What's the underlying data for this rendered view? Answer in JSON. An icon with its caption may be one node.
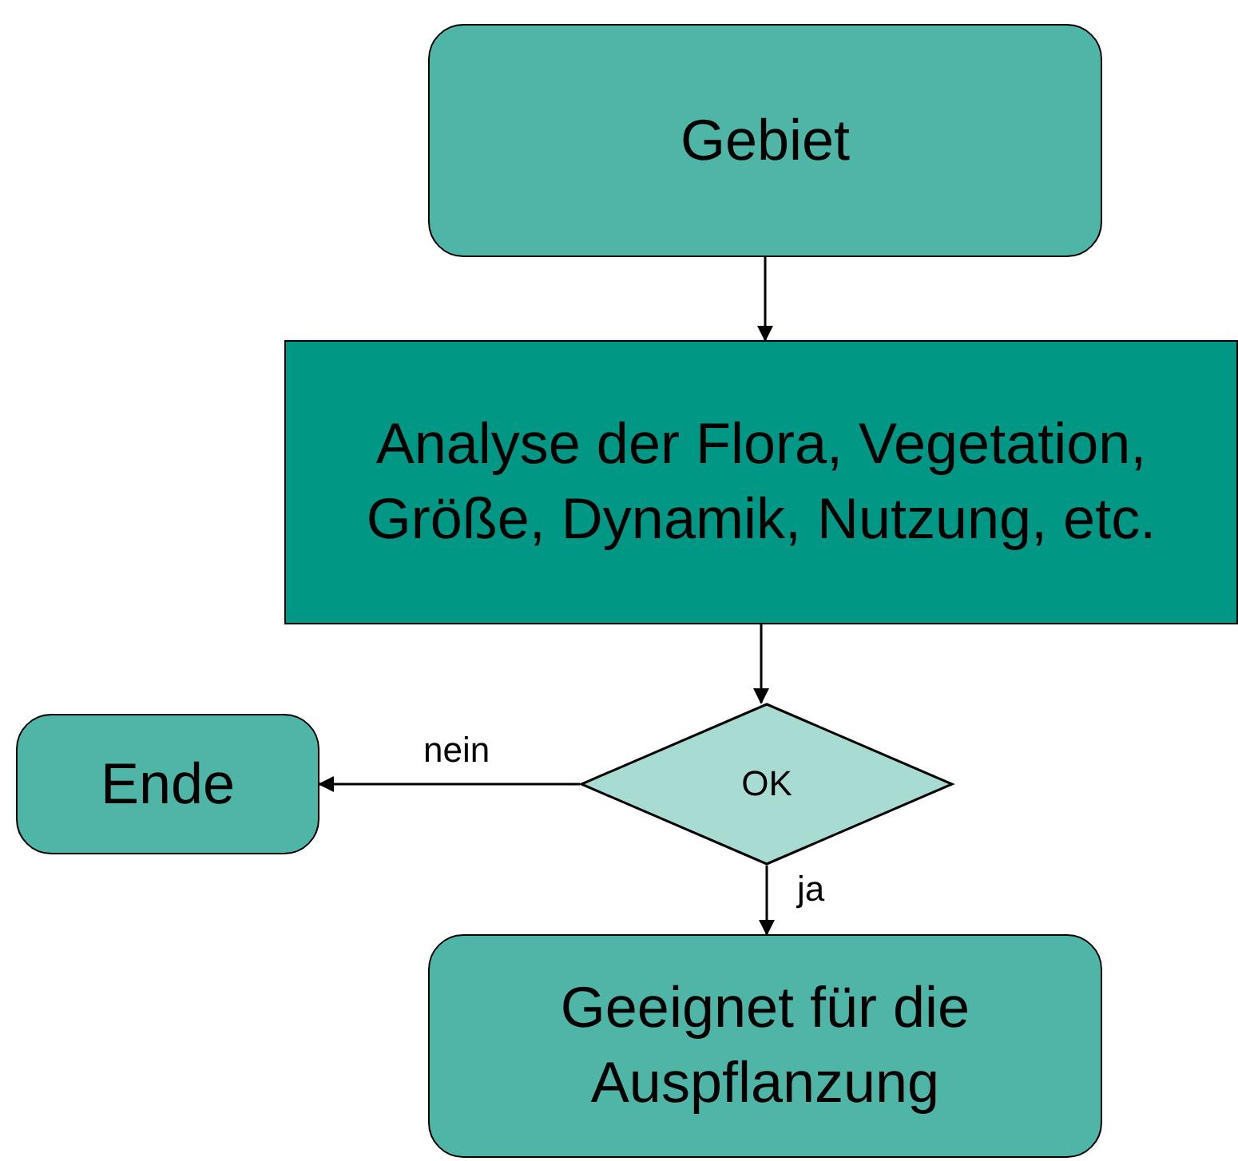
{
  "diagram": {
    "nodes": [
      {
        "text": [
          "Gebiet"
        ]
      },
      {
        "text": [
          "Analyse der Flora, Vegetation, Größe, Dynamik, Nutzung, etc."
        ]
      },
      {
        "text": [
          "OK"
        ]
      },
      {
        "text": [
          "Ende"
        ]
      },
      {
        "text": [
          "Geeignet für die Auspflanzung"
        ]
      }
    ],
    "edges": [
      {
        "from": 0,
        "to": 1,
        "arrow": "to"
      },
      {
        "from": 1,
        "to": 2,
        "arrow": "to"
      },
      {
        "from": 2,
        "to": 3,
        "arrow": "to",
        "label": "nein"
      },
      {
        "from": 2,
        "to": 4,
        "arrow": "to",
        "label": "ja"
      }
    ]
  }
}
